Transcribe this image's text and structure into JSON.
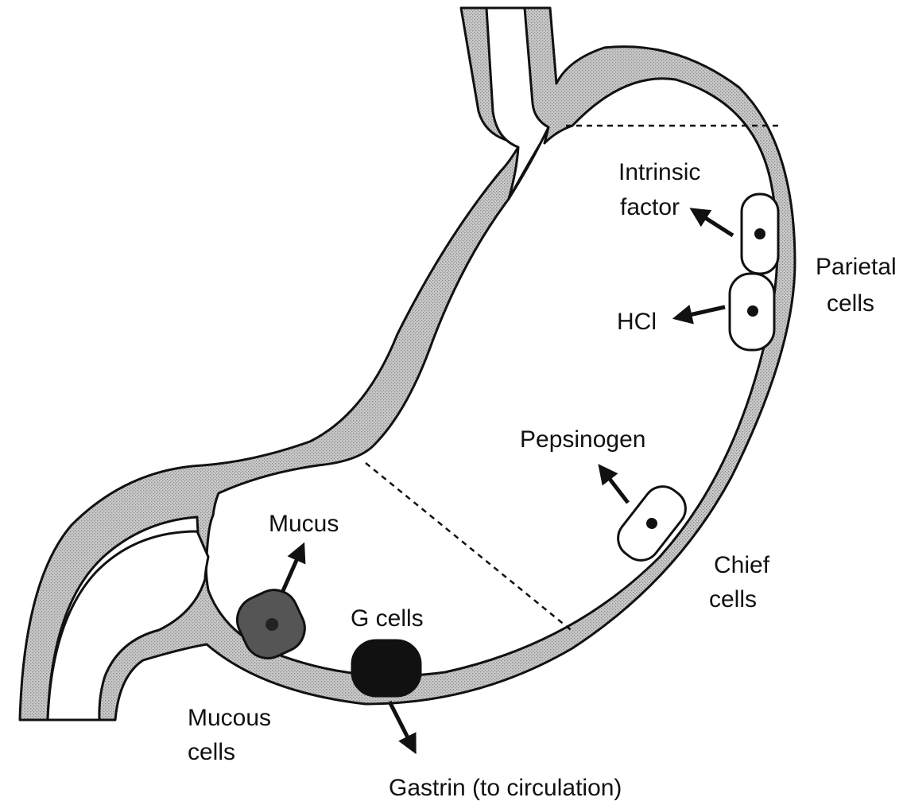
{
  "labels": {
    "intrinsic_factor_line1": "Intrinsic",
    "intrinsic_factor_line2": "factor",
    "hcl": "HCl",
    "parietal_line1": "Parietal",
    "parietal_line2": "cells",
    "pepsinogen": "Pepsinogen",
    "chief_line1": "Chief",
    "chief_line2": "cells",
    "mucus": "Mucus",
    "g_cells": "G cells",
    "mucous_line1": "Mucous",
    "mucous_line2": "cells",
    "gastrin": "Gastrin (to circulation)"
  },
  "colors": {
    "wall_fill": "#c9c9c9",
    "wall_dot": "#8a8a8a",
    "ink": "#111111",
    "mucous_cell": "#555555",
    "g_cell": "#111111"
  }
}
